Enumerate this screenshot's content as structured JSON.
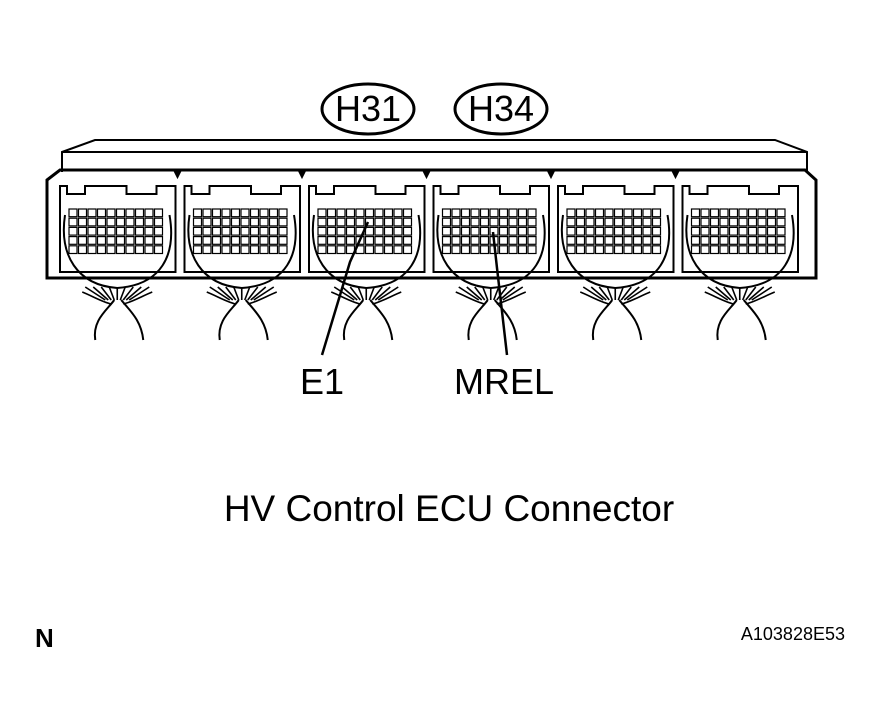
{
  "connector_badges": [
    {
      "id": "H31",
      "label": "H31"
    },
    {
      "id": "H34",
      "label": "H34"
    }
  ],
  "callouts": [
    {
      "id": "e1",
      "label": "E1"
    },
    {
      "id": "mrel",
      "label": "MREL"
    }
  ],
  "caption": "HV Control ECU Connector",
  "corner_mark": "N",
  "figure_id": "A103828E53",
  "connector_count": 6
}
